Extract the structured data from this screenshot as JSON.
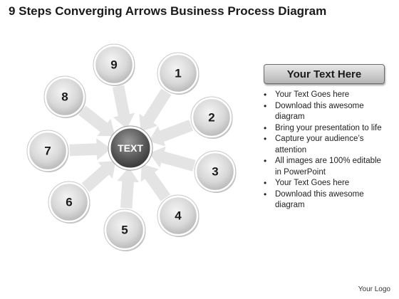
{
  "title": "9 Steps Converging Arrows Business Process Diagram",
  "center_label": "TEXT",
  "steps": [
    "1",
    "2",
    "3",
    "4",
    "5",
    "6",
    "7",
    "8",
    "9"
  ],
  "panel": {
    "header": "Your Text Here",
    "bullets": [
      "Your Text Goes here",
      "Download this awesome diagram",
      "Bring your presentation to life",
      "Capture your audience’s attention",
      "All images are 100% editable in PowerPoint",
      "Your Text Goes here",
      "Download this awesome diagram"
    ]
  },
  "footer": "Your Logo"
}
